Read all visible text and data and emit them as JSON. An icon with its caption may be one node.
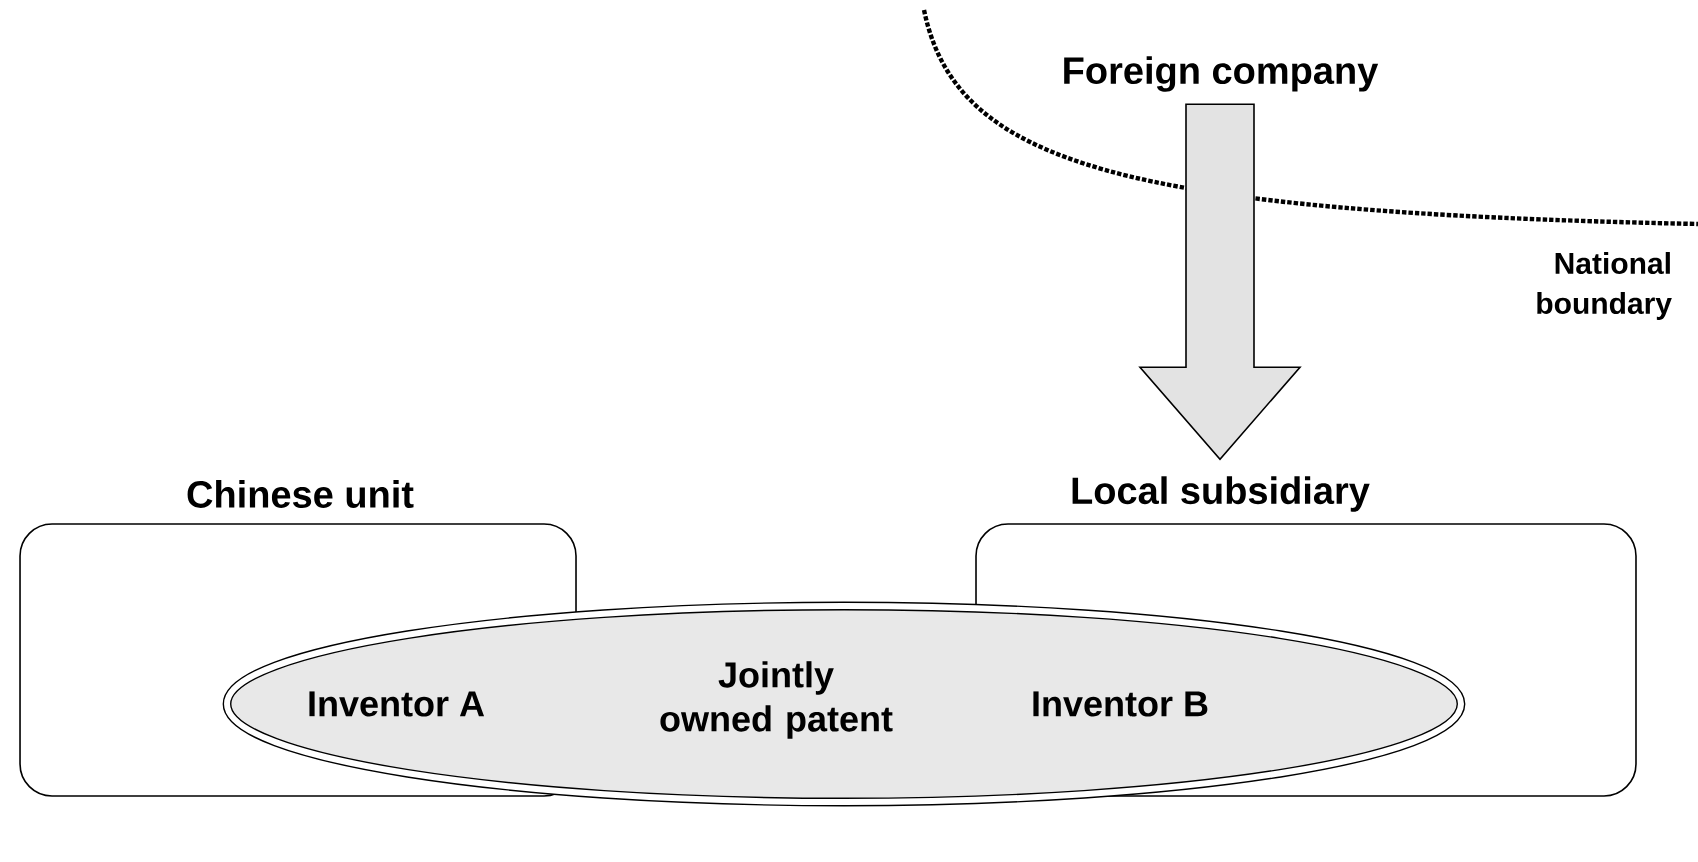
{
  "diagram": {
    "nodes": [
      {
        "text": [
          "Foreign company"
        ]
      },
      {
        "text": [
          "Chinese unit"
        ]
      },
      {
        "text": [
          "Local subsidiary"
        ]
      },
      {
        "text": [
          "Jointly owned patent"
        ]
      }
    ],
    "edges": [
      {
        "from": 0,
        "to": 2,
        "arrow": "to"
      }
    ],
    "labels": [
      "Inventor A",
      "Inventor B",
      "National boundary"
    ]
  }
}
